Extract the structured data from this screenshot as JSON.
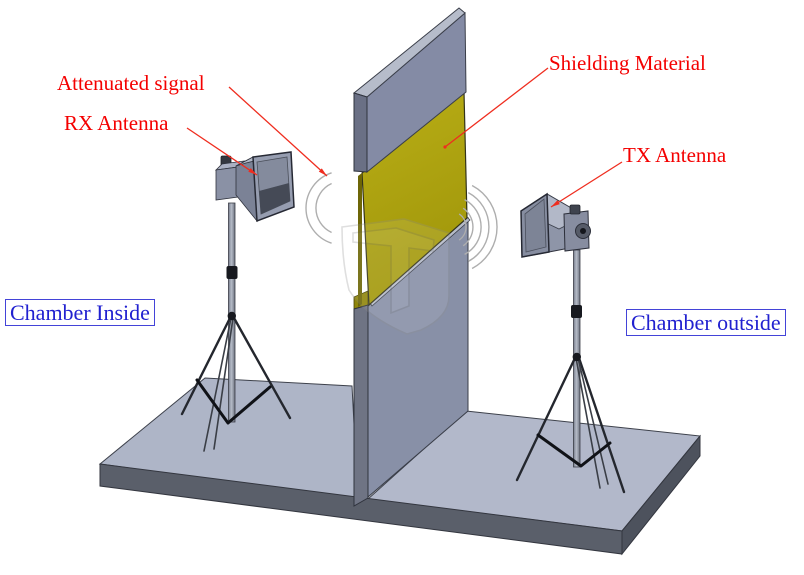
{
  "diagram": {
    "type": "shielding-effectiveness-test-setup",
    "annotations": {
      "attenuated_signal": "Attenuated signal",
      "rx_antenna": "RX Antenna",
      "shielding_material": "Shielding Material",
      "tx_antenna": "TX Antenna"
    },
    "chamber_labels": {
      "inside": "Chamber Inside",
      "outside": "Chamber outside"
    },
    "colors": {
      "annotation_red": "#f40000",
      "chamber_blue": "#2121d0",
      "shielding_yellow": "#ab9f10",
      "wall_gray": "#848ba5",
      "floor_gray": "#aeb5c7"
    },
    "icons": [
      "rx-horn-antenna-icon",
      "tx-horn-antenna-icon",
      "tripod-icon",
      "signal-waves-icon",
      "shield-watermark-icon"
    ]
  }
}
